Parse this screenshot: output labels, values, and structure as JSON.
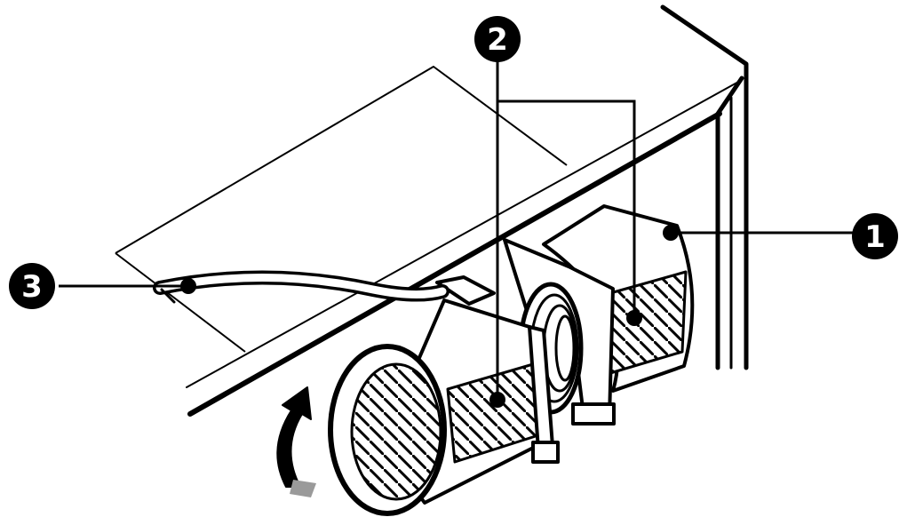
{
  "callouts": [
    {
      "id": "1",
      "label": "1"
    },
    {
      "id": "2",
      "label": "2"
    },
    {
      "id": "3",
      "label": "3"
    }
  ],
  "colors": {
    "ink": "#000000",
    "paper": "#ffffff",
    "tab": "#9a9a9a"
  },
  "icons": [
    "rotation-arrow-icon"
  ]
}
